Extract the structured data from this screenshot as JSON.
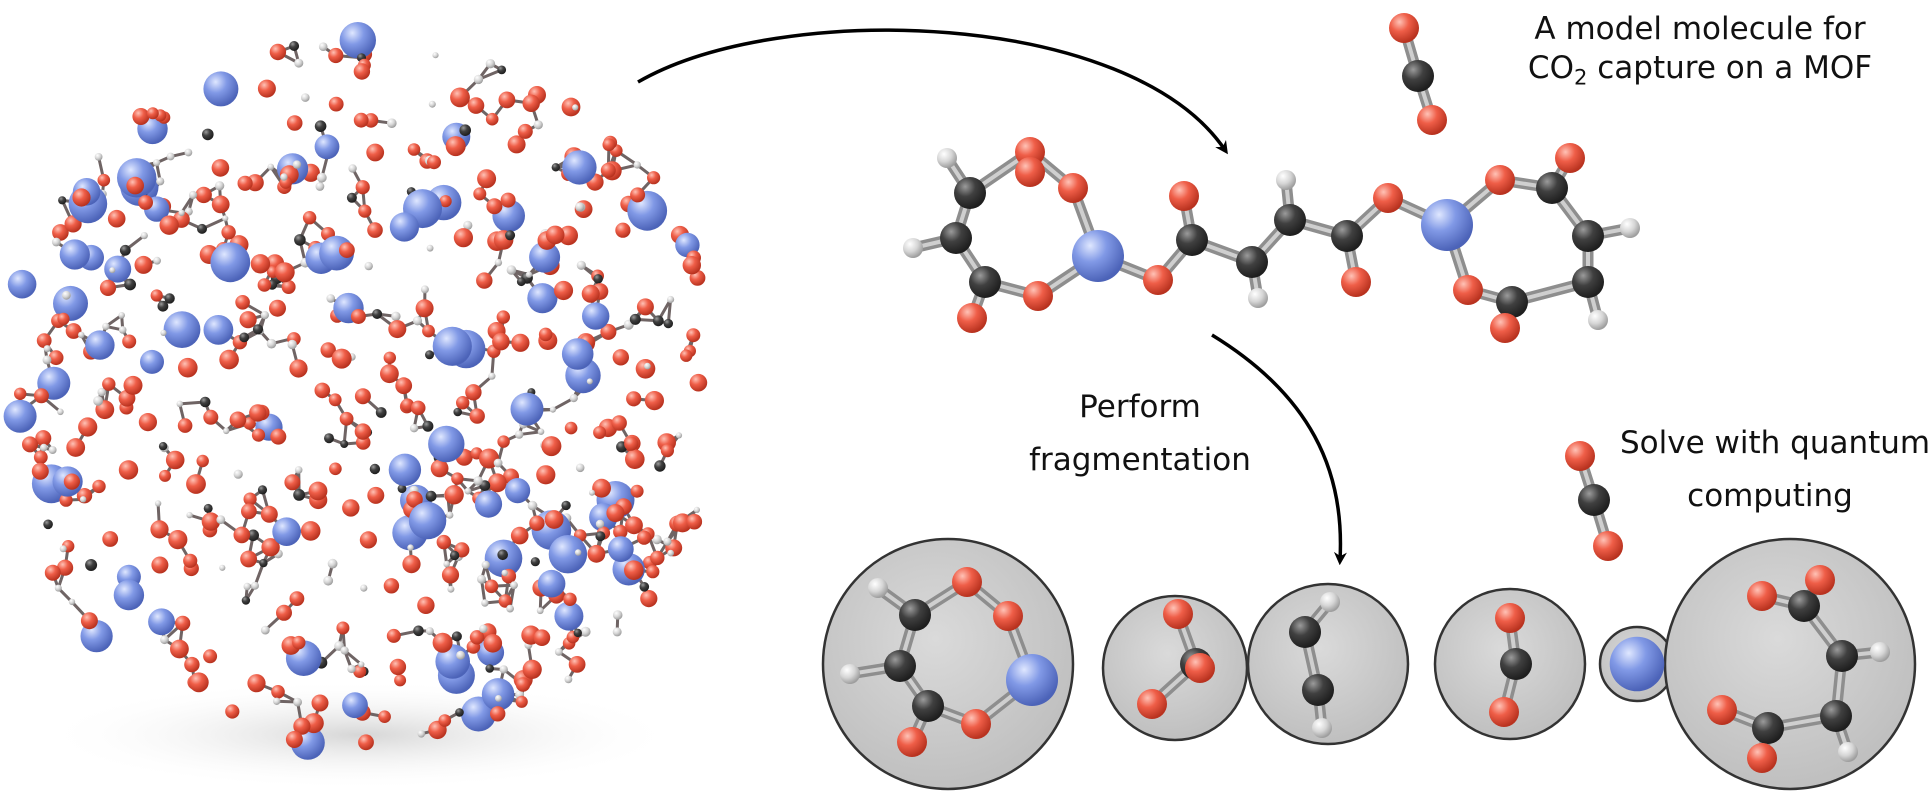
{
  "labels": {
    "model_line1": "A model molecule for",
    "model_co": "CO",
    "model_sub": "2",
    "model_rest": " capture on a MOF",
    "fragmentation_line1": "Perform",
    "fragmentation_line2": "fragmentation",
    "quantum_line1": "Solve with quantum",
    "quantum_line2": "computing"
  },
  "colors": {
    "oxygen": "#ee5a45",
    "carbon": "#3d3d3d",
    "hydrogen": "#d4d4d4",
    "metal": "#7f98e6",
    "bond": "#9a9a9a",
    "fragment_bubble": "#c9c9c9",
    "arrow": "#000000"
  }
}
